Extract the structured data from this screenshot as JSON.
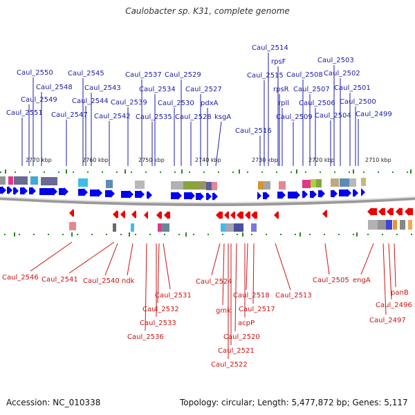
{
  "title": "Caulobacter sp. K31, complete genome",
  "footer": {
    "accession": "Accession: NC_010338",
    "summary": "Topology: circular; Length: 5,477,872 bp; Genes: 5,117"
  },
  "colors": {
    "forward_strand": "#0000ee",
    "reverse_strand": "#ee0000",
    "top_label": "#1a1aa8",
    "bottom_label": "#cc1111",
    "tick": "#228822"
  },
  "scale_labels": [
    {
      "text": "2770 kbp"
    },
    {
      "text": "2760 kbp"
    },
    {
      "text": "2750 kbp"
    },
    {
      "text": "2740 kbp"
    },
    {
      "text": "2730 kbp"
    },
    {
      "text": "2720 kbp"
    },
    {
      "text": "2710 kbp"
    }
  ],
  "top_genes": [
    {
      "name": "Caul_2550"
    },
    {
      "name": "Caul_2549"
    },
    {
      "name": "Caul_2548"
    },
    {
      "name": "Caul_2551"
    },
    {
      "name": "Caul_2547"
    },
    {
      "name": "Caul_2545"
    },
    {
      "name": "Caul_2543"
    },
    {
      "name": "Caul_2544"
    },
    {
      "name": "Caul_2542"
    },
    {
      "name": "Caul_2539"
    },
    {
      "name": "Caul_2537"
    },
    {
      "name": "Caul_2534"
    },
    {
      "name": "Caul_2535"
    },
    {
      "name": "Caul_2530"
    },
    {
      "name": "Caul_2529"
    },
    {
      "name": "Caul_2527"
    },
    {
      "name": "Caul_2528"
    },
    {
      "name": "pdxA"
    },
    {
      "name": "ksgA"
    },
    {
      "name": "Caul_2514"
    },
    {
      "name": "rpsF"
    },
    {
      "name": "Caul_2515"
    },
    {
      "name": "rpsR"
    },
    {
      "name": "rplI"
    },
    {
      "name": "Caul_2516"
    },
    {
      "name": "Caul_2508"
    },
    {
      "name": "Caul_2507"
    },
    {
      "name": "Caul_2509"
    },
    {
      "name": "Caul_2506"
    },
    {
      "name": "Caul_2503"
    },
    {
      "name": "Caul_2502"
    },
    {
      "name": "Caul_2501"
    },
    {
      "name": "Caul_2500"
    },
    {
      "name": "Caul_2504"
    },
    {
      "name": "Caul_2499"
    }
  ],
  "bottom_genes": [
    {
      "name": "Caul_2546"
    },
    {
      "name": "Caul_2541"
    },
    {
      "name": "Caul_2540"
    },
    {
      "name": "ndk"
    },
    {
      "name": "Caul_2531"
    },
    {
      "name": "Caul_2532"
    },
    {
      "name": "Caul_2533"
    },
    {
      "name": "Caul_2536"
    },
    {
      "name": "Caul_2524"
    },
    {
      "name": "gmk"
    },
    {
      "name": "Caul_2518"
    },
    {
      "name": "Caul_2517"
    },
    {
      "name": "acpP"
    },
    {
      "name": "Caul_2520"
    },
    {
      "name": "Caul_2521"
    },
    {
      "name": "Caul_2522"
    },
    {
      "name": "Caul_2513"
    },
    {
      "name": "Caul_2505"
    },
    {
      "name": "engA"
    },
    {
      "name": "panB"
    },
    {
      "name": "Caul_2496"
    },
    {
      "name": "Caul_2497"
    }
  ]
}
